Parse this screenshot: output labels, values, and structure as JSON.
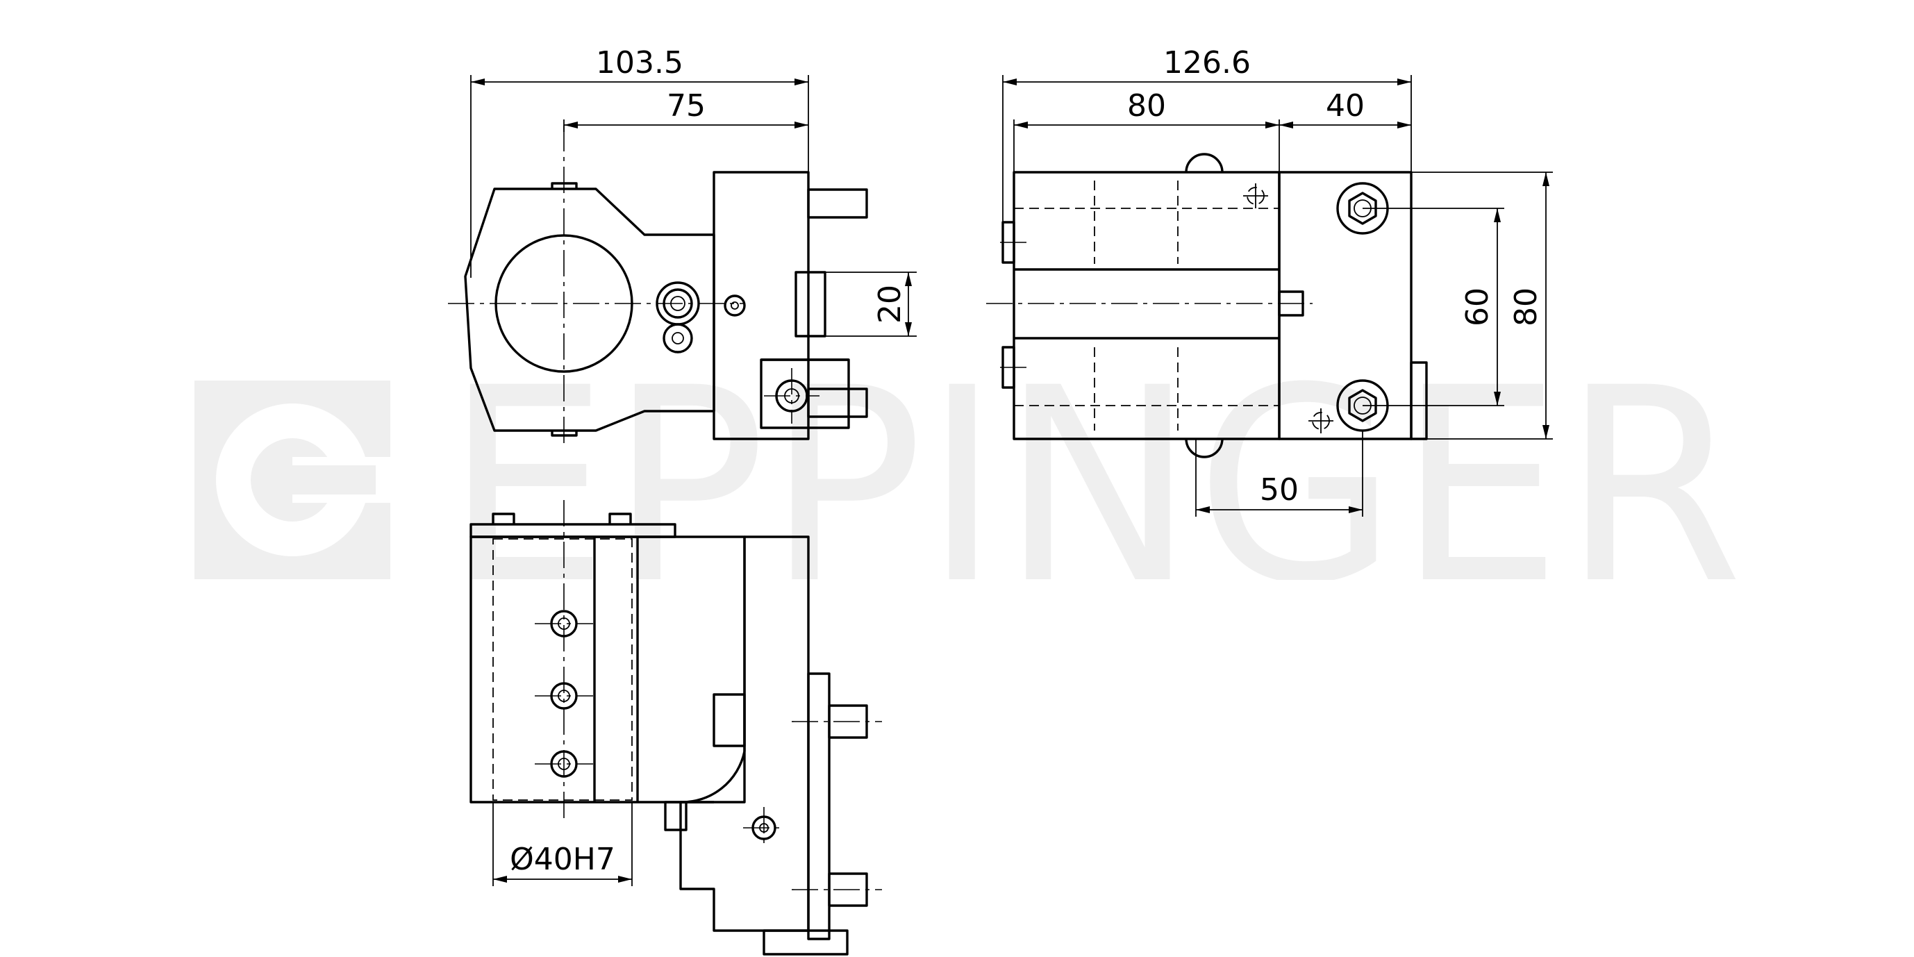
{
  "watermark": {
    "text": "EPPINGER",
    "color": "#efefef"
  },
  "front_view": {
    "dims": {
      "overall_width": "103.5",
      "center_to_face": "75",
      "key_width": "20"
    }
  },
  "side_view": {
    "dims": {
      "overall_width": "126.6",
      "body_length": "80",
      "flange_length": "40",
      "bolt_spacing": "60",
      "height": "80",
      "bolt_offset": "50"
    }
  },
  "top_view": {
    "dims": {
      "bore_diameter": "Ø40H7"
    }
  },
  "colors": {
    "line": "#000000",
    "background": "#ffffff",
    "watermark": "#efefef"
  }
}
